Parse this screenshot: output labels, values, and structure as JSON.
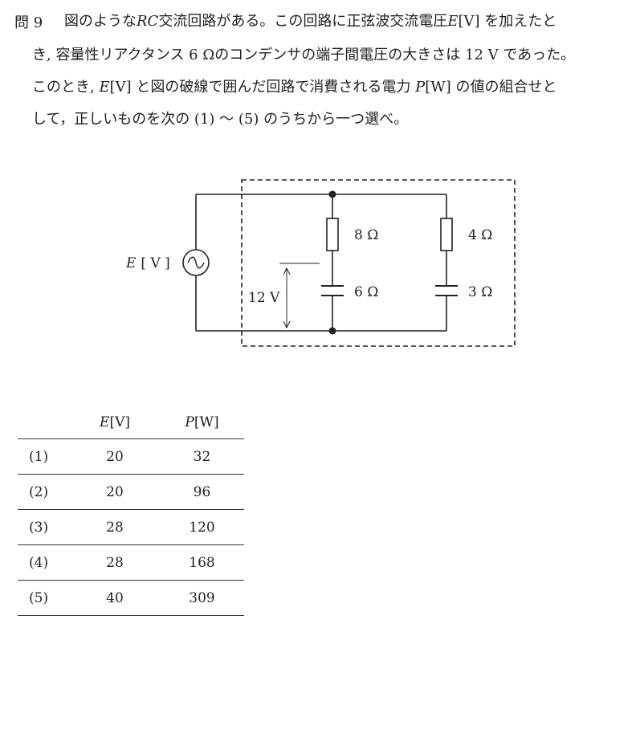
{
  "question": {
    "number": "問 9",
    "lines": [
      [
        "図のような",
        "RC",
        "交流回路がある。この回路に正弦波交流電圧",
        "E",
        "[V] を加えたと"
      ],
      [
        "き, 容量性リアクタンス 6 Ωのコンデンサの端子間電圧の大きさは 12 V であった。"
      ],
      [
        "このとき, ",
        "E",
        "[V] と図の破線で囲んだ回路で消費される電力 ",
        "P",
        "[W] の値の組合せと"
      ],
      [
        "して，正しいものを次の (1) ～ (5) のうちから一つ選べ。"
      ]
    ]
  },
  "circuit": {
    "source_label_var": "E",
    "source_label_unit": "[ V ]",
    "branch1_resistor": "8 Ω",
    "branch1_capacitor": "6 Ω",
    "branch2_resistor": "4 Ω",
    "branch2_capacitor": "3 Ω",
    "voltage_label": "12 V"
  },
  "table": {
    "headers": {
      "e_var": "E",
      "e_unit": "[V]",
      "p_var": "P",
      "p_unit": "[W]"
    },
    "rows": [
      {
        "label": "(1)",
        "e": "20",
        "p": "32"
      },
      {
        "label": "(2)",
        "e": "20",
        "p": "96"
      },
      {
        "label": "(3)",
        "e": "28",
        "p": "120"
      },
      {
        "label": "(4)",
        "e": "28",
        "p": "168"
      },
      {
        "label": "(5)",
        "e": "40",
        "p": "309"
      }
    ]
  }
}
